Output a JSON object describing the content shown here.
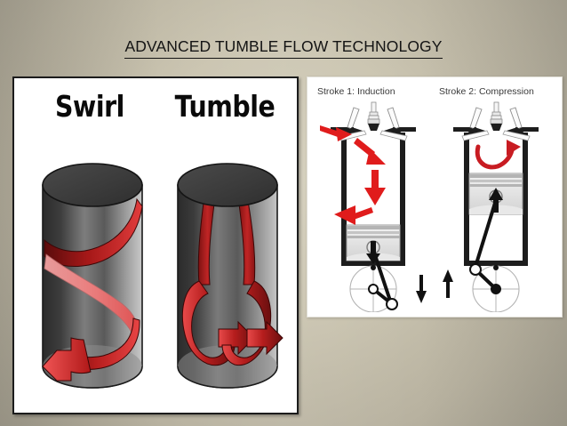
{
  "slide": {
    "title": "ADVANCED TUMBLE FLOW TECHNOLOGY",
    "background_colors": {
      "center": "#d4cfbc",
      "edge": "#a09b8c"
    }
  },
  "left_panel": {
    "name": "swirl-vs-tumble-illustration",
    "background": "#ffffff",
    "border_color": "#1c1c1c",
    "diagrams": [
      {
        "label": "Swirl",
        "description": "Grey cylinder with a single helical red ribbon arrow spiralling downward around the inside wall, arrowhead pointing left at the bottom",
        "arrow_color_dark": "#6b0f0f",
        "arrow_color_light": "#e53333",
        "cylinder_top_color": "#3a3a3a",
        "cylinder_body_color": "#5a5a5a"
      },
      {
        "label": "Tumble",
        "description": "Grey cylinder with two vertical counter-rotating red loop arrows tumbling in the bore",
        "arrow_color_dark": "#6b0f0f",
        "arrow_color_light": "#e53333",
        "cylinder_top_color": "#3a3a3a",
        "cylinder_body_color": "#5a5a5a"
      }
    ]
  },
  "right_panel": {
    "name": "four-stroke-cycle-illustration",
    "background": "#ffffff",
    "strokes": [
      {
        "label": "Stroke 1: Induction",
        "description": "Cylinder with intake valves open, red flow arrows entering past the valve and sweeping down into the bore, piston travelling downward",
        "piston_direction": "down",
        "crank_arrow": "down",
        "flow_arrow_color": "#e01c1c"
      },
      {
        "label": "Stroke 2: Compression",
        "description": "Cylinder with valves closed, curved red tumble arrow rotating under the cylinder head, piston travelling upward",
        "piston_direction": "up",
        "crank_arrow": "up",
        "flow_arrow_color": "#c81c22"
      }
    ]
  }
}
